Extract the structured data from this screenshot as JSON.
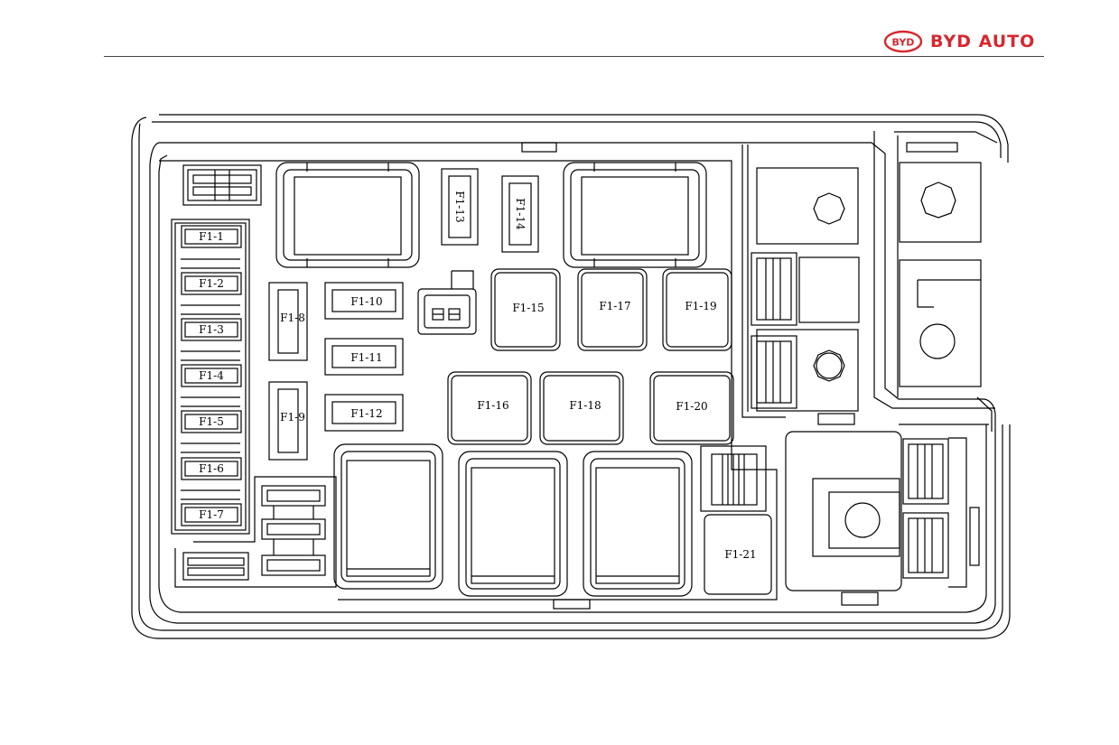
{
  "brand": {
    "logo_text": "BYD",
    "name": "BYD AUTO",
    "color": "#d7282f"
  },
  "fuses": {
    "f1": "F1-1",
    "f2": "F1-2",
    "f3": "F1-3",
    "f4": "F1-4",
    "f5": "F1-5",
    "f6": "F1-6",
    "f7": "F1-7",
    "f8": "F1-8",
    "f9": "F1-9",
    "f10": "F1-10",
    "f11": "F1-11",
    "f12": "F1-12",
    "f13": "F1-13",
    "f14": "F1-14",
    "f15": "F1-15",
    "f16": "F1-16",
    "f17": "F1-17",
    "f18": "F1-18",
    "f19": "F1-19",
    "f20": "F1-20",
    "f21": "F1-21"
  },
  "colors": {
    "line": "#000000",
    "background": "#ffffff"
  }
}
